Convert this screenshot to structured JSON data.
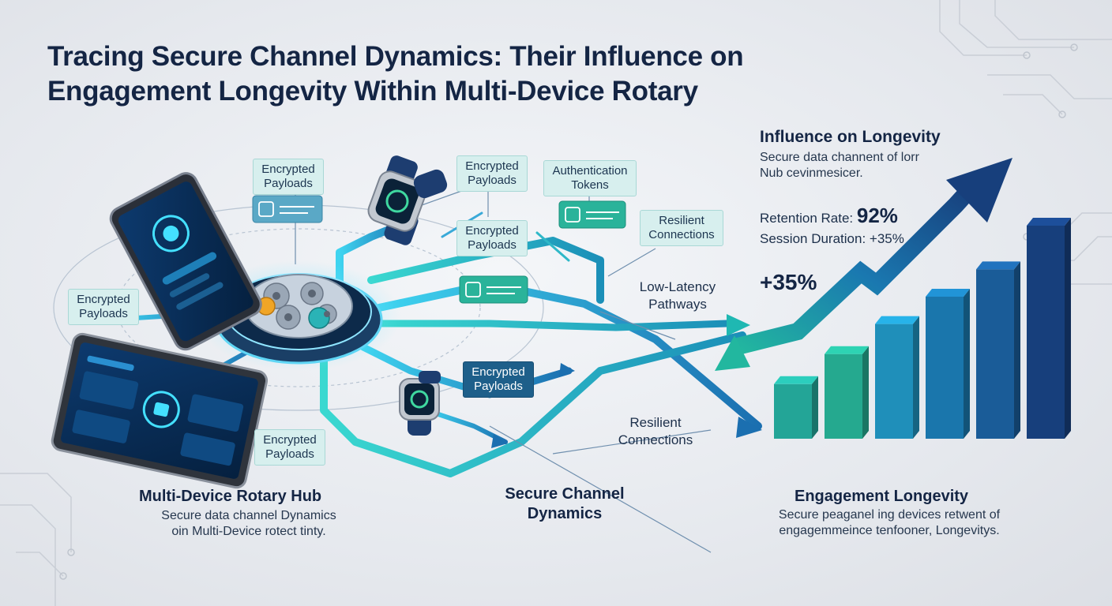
{
  "title": {
    "line1": "Tracing Secure Channel Dynamics: Their Influence on",
    "line2": "Engagement Longevity Within Multi-Device Rotary"
  },
  "labels": {
    "enc_top_left": "Encrypted\nPayloads",
    "enc_left": "Encrypted\nPayloads",
    "enc_top_mid": "Encrypted\nPayloads",
    "enc_mid": "Encrypted\nPayloads",
    "enc_center": "Encrypted\nPayloads",
    "enc_bottom": "Encrypted\nPayloads",
    "auth_tokens": "Authentication\nTokens",
    "resilient_top": "Resilient\nConnections",
    "low_latency": "Low-Latency\nPathways",
    "resilient_bottom": "Resilient\nConnections"
  },
  "hub": {
    "title": "Multi-Device Rotary Hub",
    "desc_line1": "Secure data channel Dynamics",
    "desc_line2": "oin Multi-Device rotect tinty."
  },
  "channel": {
    "line1": "Secure Channel",
    "line2": "Dynamics"
  },
  "influence": {
    "title": "Influence on Longevity",
    "desc_line1": "Secure data channent of lorr",
    "desc_line2": "Nub cevinmesicer.",
    "retention_label": "Retention Rate:",
    "retention_value": "92%",
    "session_label": "Session Duration:",
    "session_value": "+35%",
    "big_value": "+35%"
  },
  "engagement": {
    "title": "Engagement Longevity",
    "desc_line1": "Secure peaganel ing devices retwent of",
    "desc_line2": "engagemmeince tenfooner, Longevitys."
  },
  "chart_data": {
    "type": "bar",
    "values": [
      1.0,
      1.55,
      2.1,
      2.6,
      3.1,
      3.9
    ],
    "colors": [
      "#23a597",
      "#25a98f",
      "#1f8fba",
      "#1a76ac",
      "#1a5c98",
      "#173f7c"
    ]
  },
  "colors": {
    "navy": "#142544",
    "teal": "#1fb8b2",
    "cyan": "#2fc6e6",
    "arrow": "#173f7c"
  }
}
